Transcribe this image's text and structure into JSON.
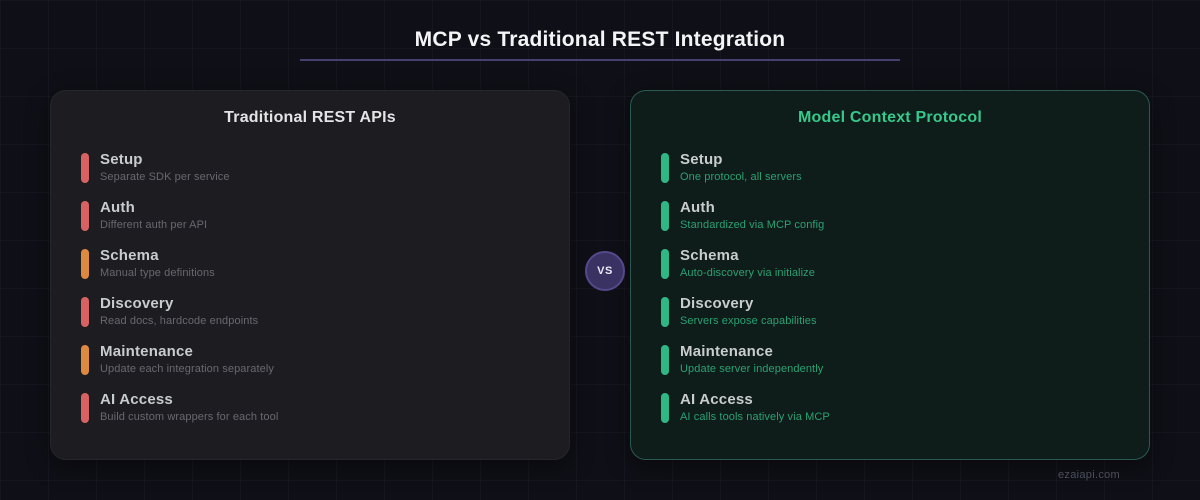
{
  "title": "MCP vs Traditional REST Integration",
  "vs_label": "VS",
  "watermark": "ezaiapi.com",
  "colors": {
    "background": "#0f0f17",
    "title_underline": "#45406e",
    "bar_red": "#d86161",
    "bar_orange": "#dd8a41",
    "bar_green": "#2fb885",
    "vs_badge_fill": "#3b3264",
    "vs_badge_ring": "#55498b",
    "rest_header": "#e4e4e6",
    "mcp_header": "#36c98c",
    "rest_desc": "#68686f",
    "mcp_desc": "#2ba173"
  },
  "panels": [
    {
      "id": "rest",
      "title": "Traditional REST APIs",
      "header_color": "#e4e4e6",
      "desc_color": "#68686f",
      "items": [
        {
          "label": "Setup",
          "desc": "Separate SDK per service",
          "bar_color": "#d86161"
        },
        {
          "label": "Auth",
          "desc": "Different auth per API",
          "bar_color": "#d86161"
        },
        {
          "label": "Schema",
          "desc": "Manual type definitions",
          "bar_color": "#dd8a41"
        },
        {
          "label": "Discovery",
          "desc": "Read docs, hardcode endpoints",
          "bar_color": "#d86161"
        },
        {
          "label": "Maintenance",
          "desc": "Update each integration separately",
          "bar_color": "#dd8a41"
        },
        {
          "label": "AI Access",
          "desc": "Build custom wrappers for each tool",
          "bar_color": "#d86161"
        }
      ]
    },
    {
      "id": "mcp",
      "title": "Model Context Protocol",
      "header_color": "#36c98c",
      "desc_color": "#2ba173",
      "items": [
        {
          "label": "Setup",
          "desc": "One protocol, all servers",
          "bar_color": "#2fb885"
        },
        {
          "label": "Auth",
          "desc": "Standardized via MCP config",
          "bar_color": "#2fb885"
        },
        {
          "label": "Schema",
          "desc": "Auto-discovery via initialize",
          "bar_color": "#2fb885"
        },
        {
          "label": "Discovery",
          "desc": "Servers expose capabilities",
          "bar_color": "#2fb885"
        },
        {
          "label": "Maintenance",
          "desc": "Update server independently",
          "bar_color": "#2fb885"
        },
        {
          "label": "AI Access",
          "desc": "AI calls tools natively via MCP",
          "bar_color": "#2fb885"
        }
      ]
    }
  ]
}
